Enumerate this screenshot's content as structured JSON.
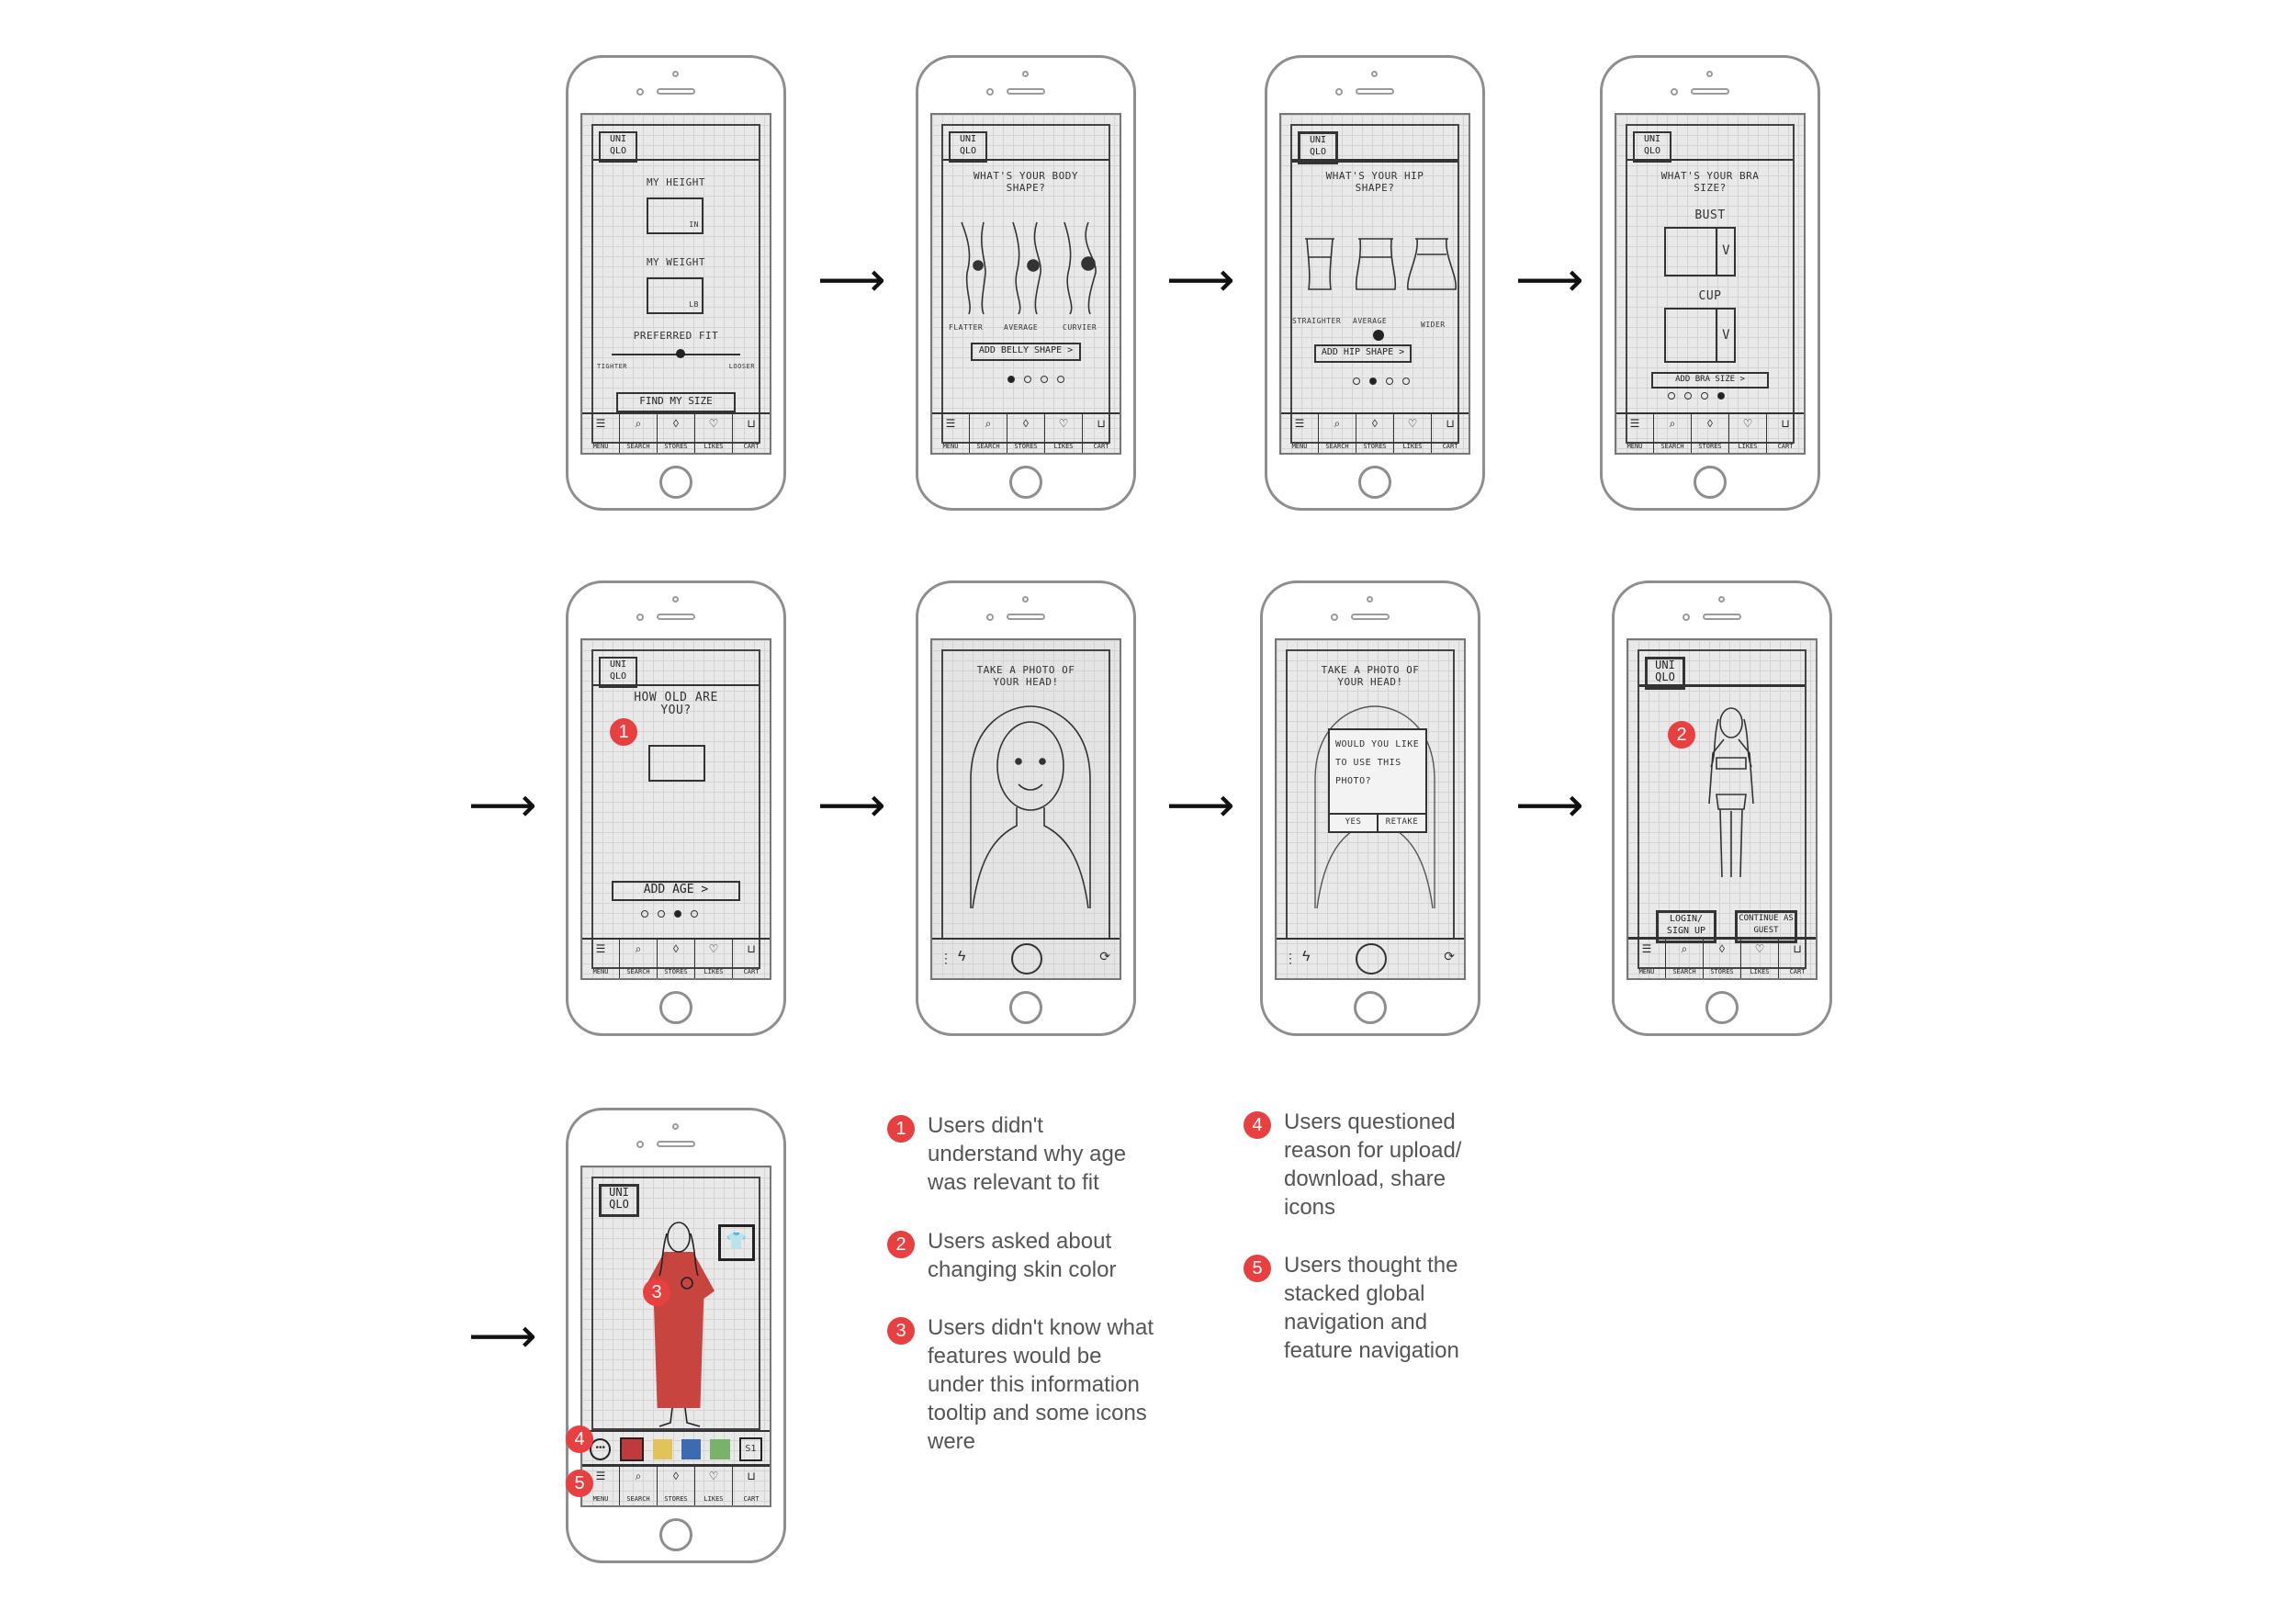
{
  "logo": "UNI QLO",
  "nav": [
    {
      "icon": "menu-icon",
      "glyph": "☰",
      "label": "MENU"
    },
    {
      "icon": "search-icon",
      "glyph": "⌕",
      "label": "SEARCH"
    },
    {
      "icon": "stores-icon",
      "glyph": "◊",
      "label": "STORES"
    },
    {
      "icon": "likes-icon",
      "glyph": "♡",
      "label": "LIKES"
    },
    {
      "icon": "cart-icon",
      "glyph": "⊔",
      "label": "CART"
    }
  ],
  "screens": {
    "s1": {
      "height_label": "MY HEIGHT",
      "height_unit": "IN",
      "weight_label": "MY WEIGHT",
      "weight_unit": "LB",
      "fit_label": "PREFERRED FIT",
      "tighter": "TIGHTER",
      "looser": "LOOSER",
      "button": "FIND MY SIZE"
    },
    "s2": {
      "title": "WHAT'S YOUR BODY SHAPE?",
      "flatter": "FLATTER",
      "average": "AVERAGE",
      "curvier": "CURVIER",
      "button": "ADD BELLY SHAPE >"
    },
    "s3": {
      "title": "WHAT'S YOUR HIP SHAPE?",
      "straighter": "STRAIGHTER",
      "average": "AVERAGE",
      "wider": "WIDER",
      "button": "ADD HIP SHAPE >"
    },
    "s4": {
      "title": "WHAT'S YOUR BRA SIZE?",
      "bust": "BUST",
      "cup": "CUP",
      "chev": "V",
      "button": "ADD BRA SIZE >"
    },
    "s5": {
      "title": "HOW OLD ARE YOU?",
      "button": "ADD AGE >"
    },
    "s6": {
      "title": "TAKE A PHOTO OF YOUR HEAD!"
    },
    "s7": {
      "title": "TAKE A PHOTO OF YOUR HEAD!",
      "dialog": "WOULD YOU LIKE TO USE THIS PHOTO?",
      "yes": "YES",
      "retake": "RETAKE"
    },
    "s8": {
      "login": "LOGIN/ SIGN UP",
      "guest": "CONTINUE AS GUEST"
    },
    "s9": {
      "size": "S1"
    }
  },
  "badges": {
    "b1": "1",
    "b2": "2",
    "b3": "3",
    "b4": "4",
    "b5": "5"
  },
  "notes": [
    {
      "num": "1",
      "text": "Users didn't understand why age was relevant to fit"
    },
    {
      "num": "2",
      "text": "Users asked about changing skin color"
    },
    {
      "num": "3",
      "text": "Users didn't know what features would be under this information tooltip and some icons were"
    },
    {
      "num": "4",
      "text": "Users questioned reason for upload/ download, share icons"
    },
    {
      "num": "5",
      "text": "Users thought the stacked global navigation and feature navigation"
    }
  ],
  "colors": {
    "badge": "#e84040",
    "dress": "#c8453f",
    "swatches": [
      "#c0393b",
      "#e0c45a",
      "#3d6bb3",
      "#79b36b"
    ]
  }
}
